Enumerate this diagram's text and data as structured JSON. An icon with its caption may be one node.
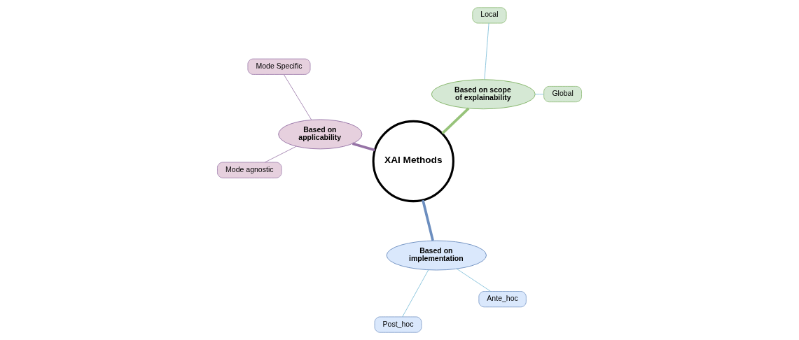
{
  "diagram": {
    "nodes": [
      {
        "text": [
          "XAI Methods"
        ]
      },
      {
        "text": [
          "Based on scope of explainability"
        ]
      },
      {
        "text": [
          "Global"
        ]
      },
      {
        "text": [
          "Local"
        ]
      },
      {
        "text": [
          "Based on applicability"
        ]
      },
      {
        "text": [
          "Mode Specific"
        ]
      },
      {
        "text": [
          "Mode agnostic"
        ]
      },
      {
        "text": [
          "Based on implementation"
        ]
      },
      {
        "text": [
          "Post_hoc"
        ]
      },
      {
        "text": [
          "Ante_hoc"
        ]
      }
    ],
    "edges": [
      {
        "from": 0,
        "to": 1,
        "arrow": "none",
        "style": "thick",
        "color": "#97c37a"
      },
      {
        "from": 0,
        "to": 4,
        "arrow": "none",
        "style": "thick",
        "color": "#9673a6"
      },
      {
        "from": 0,
        "to": 7,
        "arrow": "none",
        "style": "thick",
        "color": "#6c8ebf"
      },
      {
        "from": 1,
        "to": 2,
        "arrow": "none"
      },
      {
        "from": 1,
        "to": 3,
        "arrow": "none"
      },
      {
        "from": 4,
        "to": 5,
        "arrow": "none",
        "color": "#9673a6"
      },
      {
        "from": 4,
        "to": 6,
        "arrow": "none",
        "color": "#9673a6"
      },
      {
        "from": 7,
        "to": 8,
        "arrow": "none"
      },
      {
        "from": 7,
        "to": 9,
        "arrow": "none"
      }
    ]
  }
}
